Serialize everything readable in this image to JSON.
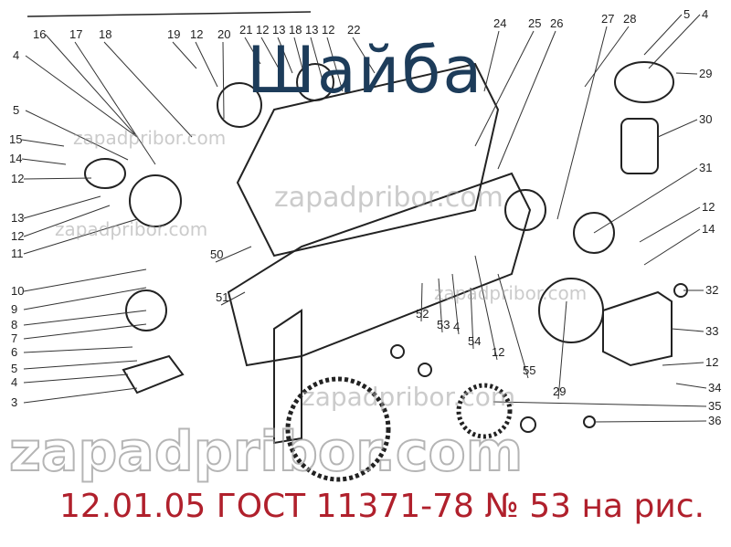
{
  "title": "Шайба",
  "caption": "12.01.05 ГОСТ 11371-78 № 53 на рис.",
  "watermark": "zapadpribor.com",
  "colors": {
    "title": "#1d3c5a",
    "caption": "#b0202c",
    "drawing": "#222222",
    "watermark": "#a0a0a0"
  },
  "callouts": [
    "16",
    "17",
    "18",
    "19",
    "12",
    "20",
    "21",
    "12",
    "13",
    "18",
    "13",
    "12",
    "22",
    "24",
    "25",
    "26",
    "27",
    "28",
    "5",
    "4",
    "29",
    "30",
    "31",
    "12",
    "14",
    "32",
    "33",
    "12",
    "34",
    "35",
    "36",
    "4",
    "5",
    "15",
    "14",
    "12",
    "13",
    "12",
    "11",
    "10",
    "9",
    "8",
    "7",
    "6",
    "5",
    "4",
    "3",
    "50",
    "51",
    "52",
    "53",
    "4",
    "54",
    "12",
    "55",
    "29"
  ]
}
